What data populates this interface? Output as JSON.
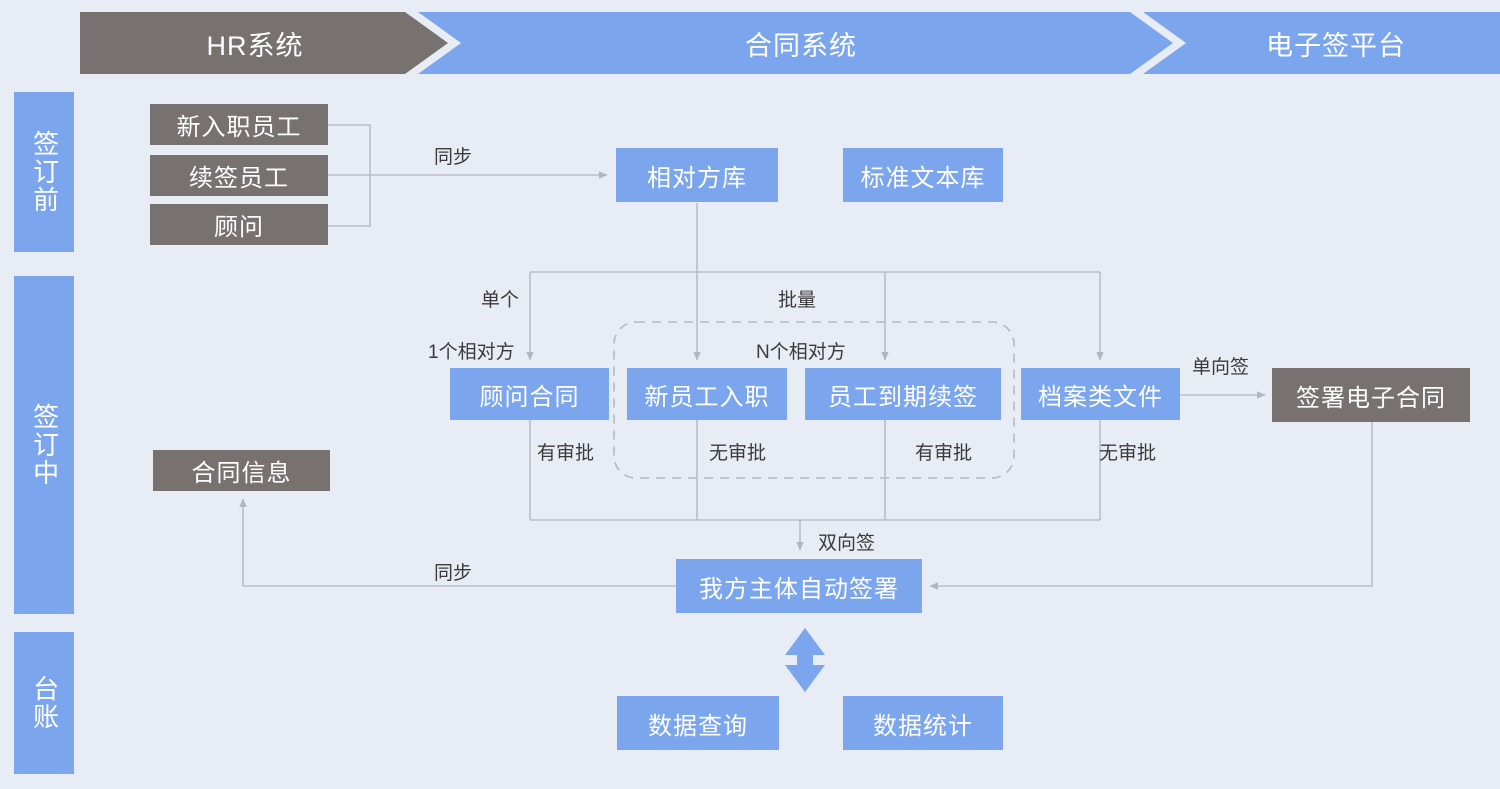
{
  "diagram": {
    "title": "HR contract e-signature flow",
    "background_color": "#e8ecf4",
    "accent_blue": "#7ba6ee",
    "accent_gray": "#77716f",
    "line_color": "#b9bec8"
  },
  "banners": [
    {
      "label": "HR系统",
      "color": "#77716f"
    },
    {
      "label": "合同系统",
      "color": "#7ba6ee"
    },
    {
      "label": "电子签平台",
      "color": "#7ba6ee"
    }
  ],
  "phases": [
    {
      "label": "签订前"
    },
    {
      "label": "签订中"
    },
    {
      "label": "台账"
    }
  ],
  "nodes": {
    "hr_new_employee": "新入职员工",
    "hr_renew_employee": "续签员工",
    "hr_consultant": "顾问",
    "counterparty_library": "相对方库",
    "standard_text_library": "标准文本库",
    "consultant_contract": "顾问合同",
    "new_employee_onboard": "新员工入职",
    "employee_renewal": "员工到期续签",
    "archive_documents": "档案类文件",
    "sign_e_contract": "签署电子合同",
    "contract_info": "合同信息",
    "our_party_auto_sign": "我方主体自动签署",
    "data_query": "数据查询",
    "data_statistics": "数据统计"
  },
  "edge_labels": {
    "sync_top": "同步",
    "single": "单个",
    "batch": "批量",
    "one_counterparty": "1个相对方",
    "n_counterparty": "N个相对方",
    "approval_consultant": "有审批",
    "approval_onboard": "无审批",
    "approval_renewal": "有审批",
    "approval_archive": "无审批",
    "one_way_sign": "单向签",
    "two_way_sign": "双向签",
    "sync_bottom": "同步"
  }
}
